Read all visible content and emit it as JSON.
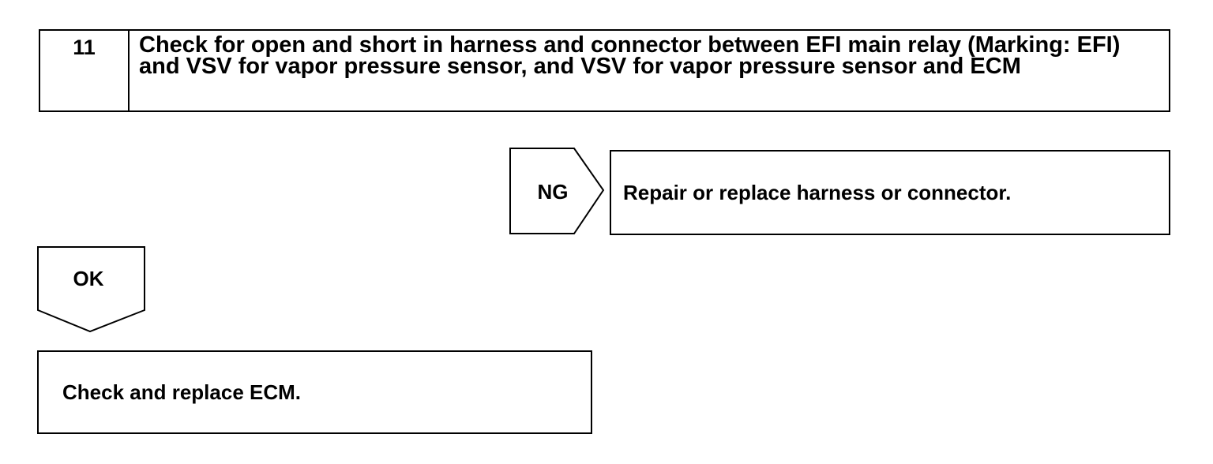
{
  "step": {
    "number": "11",
    "text": "Check for open and short in harness and connector between EFI main relay (Marking: EFI) and VSV for vapor pressure sensor, and VSV for vapor pressure sensor and ECM"
  },
  "ng_branch": {
    "label": "NG",
    "result": "Repair or replace harness or connector."
  },
  "ok_branch": {
    "label": "OK",
    "result": "Check and replace ECM."
  }
}
